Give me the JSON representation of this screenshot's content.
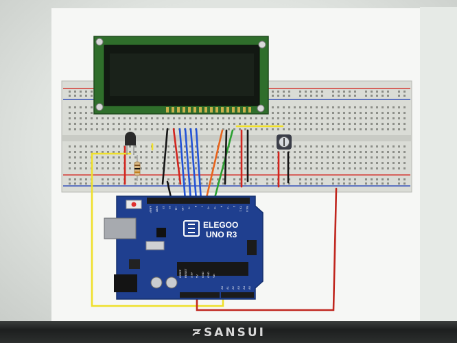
{
  "bezel_brand": "SANSUI",
  "board": {
    "maker": "ELEGOO",
    "model": "UNO R3",
    "header_labels": [
      "AREF",
      "GND",
      "13",
      "12",
      "~11",
      "~10",
      "~9",
      "8",
      "7",
      "~6",
      "~5",
      "4",
      "~3",
      "2",
      "TX 1",
      "RX 0"
    ],
    "power_labels": [
      "IOREF",
      "RESET",
      "3.3V",
      "5V",
      "GND",
      "GND",
      "Vin"
    ],
    "analog_labels": [
      "A0",
      "A1",
      "A2",
      "A3",
      "A4",
      "A5"
    ]
  },
  "colors": {
    "board": "#1f3f8f",
    "lcd_pcb": "#2f6e2b",
    "lcd_screen": "#141a14",
    "wire_red": "#d2241d",
    "wire_black": "#151515",
    "wire_blue": "#2353d6",
    "wire_orange": "#e8641c",
    "wire_green": "#2ba131",
    "wire_yellow": "#efe02a",
    "rail_red": "#d33a32",
    "rail_blue": "#3550b8"
  },
  "icons": [
    "lcd-mount-screw-icon",
    "thermistor-icon",
    "resistor-icon",
    "potentiometer-icon",
    "elegoo-logo-icon",
    "usb-port-icon",
    "power-jack-icon",
    "sansui-logo-icon"
  ]
}
